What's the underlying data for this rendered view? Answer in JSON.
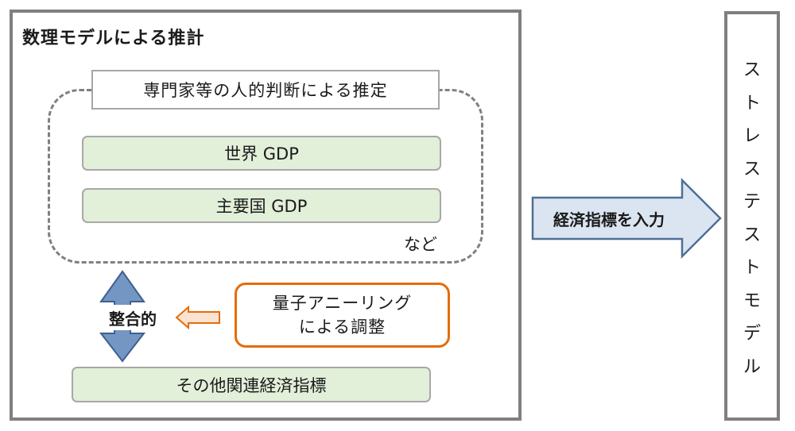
{
  "main_model": {
    "title": "数理モデルによる推計"
  },
  "expert_estimate": {
    "label": "専門家等の人的判断による推定"
  },
  "indicators": [
    {
      "label": "世界 GDP"
    },
    {
      "label": "主要国 GDP"
    }
  ],
  "etc_label": "など",
  "quantum_adjust": {
    "line1": "量子アニーリング",
    "line2": "による調整"
  },
  "consistency_label": "整合的",
  "other_indicators": {
    "label": "その他関連経済指標"
  },
  "input_arrow": {
    "label": "経済指標を入力"
  },
  "stress_test_model": {
    "label": "ストレステストモデル"
  },
  "colors": {
    "border_gray": "#7f7f7f",
    "green_fill": "#e2efd9",
    "orange_border": "#e46c0a",
    "orange_arrow_fill": "#fbe3d3",
    "blue_arrow_fill": "#dbe5f1",
    "blue_arrow_stroke": "#4f6f96",
    "double_arrow_fill": "#7396c3"
  }
}
